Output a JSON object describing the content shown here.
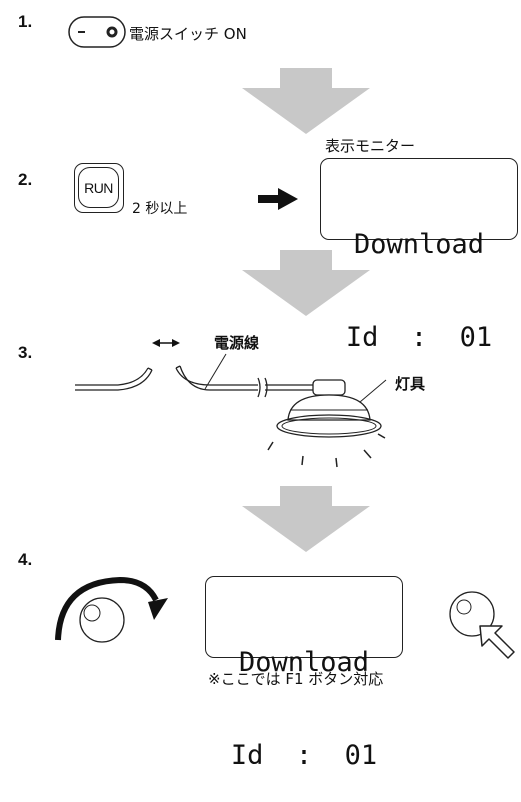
{
  "steps": [
    {
      "number": "1.",
      "text": "電源スイッチ ON",
      "icon": "power-switch-icon"
    },
    {
      "number": "2.",
      "button": "RUN",
      "text": "2 秒以上",
      "monitor_caption": "表示モニター",
      "monitor": {
        "line1": "Download",
        "line2": "Id  :  01"
      }
    },
    {
      "number": "3.",
      "cable_label": "電源線",
      "lamp_label": "灯具"
    },
    {
      "number": "4.",
      "monitor": {
        "line1": "Download",
        "line2": "Id  :  01"
      },
      "note": "※ここでは F1 ボタン対応"
    }
  ],
  "colors": {
    "flow_arrow": "#c8c8c8",
    "line": "#222222"
  }
}
